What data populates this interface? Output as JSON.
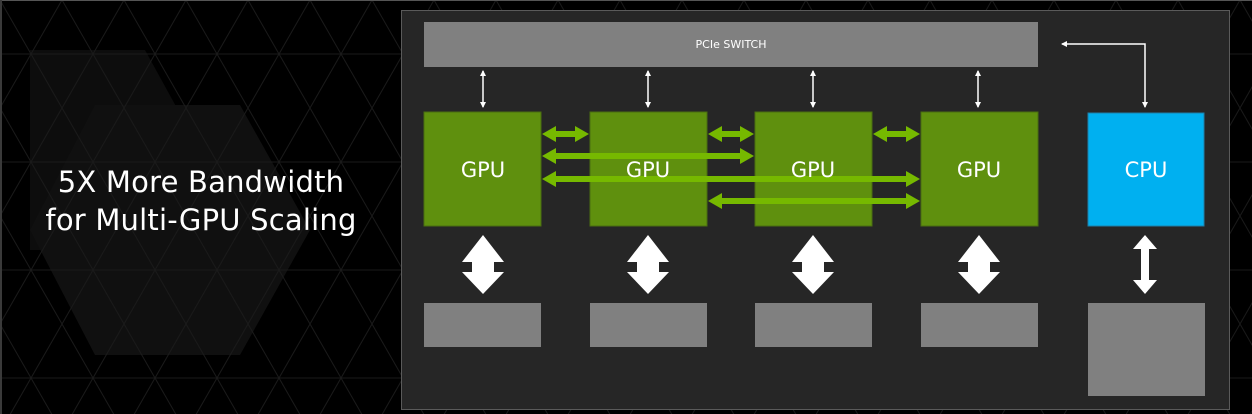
{
  "headline": {
    "line1": "5X More Bandwidth",
    "line2": "for Multi-GPU Scaling"
  },
  "diagram": {
    "switch": {
      "label": "PCIe SWITCH",
      "color": "#808080"
    },
    "gpus": [
      {
        "label": "GPU"
      },
      {
        "label": "GPU"
      },
      {
        "label": "GPU"
      },
      {
        "label": "GPU"
      }
    ],
    "cpu": {
      "label": "CPU",
      "color": "#00b0f0"
    },
    "colors": {
      "gpu": "#5f900e",
      "nvlink": "#76b900",
      "memory": "#808080",
      "panel": "#262626",
      "arrow": "#ffffff"
    },
    "nvlinks": [
      {
        "from": 1,
        "to": 2
      },
      {
        "from": 2,
        "to": 3
      },
      {
        "from": 3,
        "to": 4
      },
      {
        "from": 1,
        "to": 3
      },
      {
        "from": 1,
        "to": 4
      },
      {
        "from": 2,
        "to": 4
      }
    ],
    "memory_blocks": [
      "gpu1-memory",
      "gpu2-memory",
      "gpu3-memory",
      "gpu4-memory",
      "cpu-memory"
    ]
  }
}
